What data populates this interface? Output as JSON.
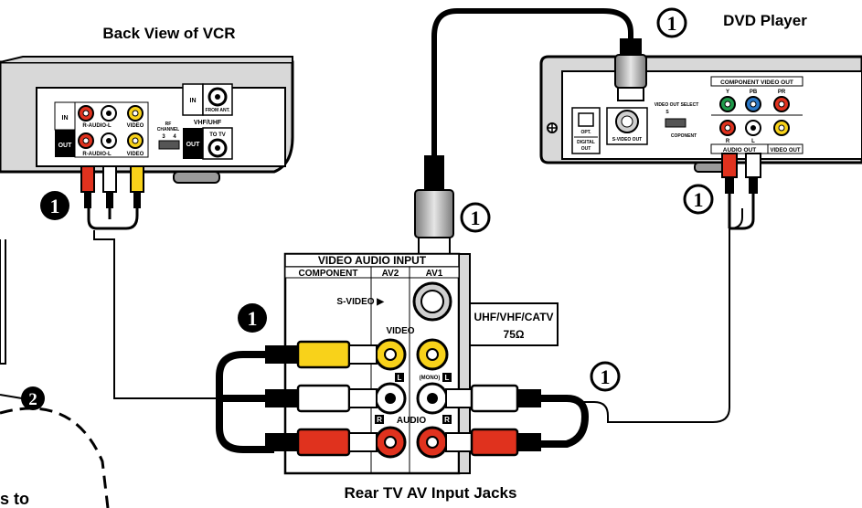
{
  "titles": {
    "vcr": "Back View of VCR",
    "dvd": "DVD Player",
    "tv": "Rear TV AV Input Jacks"
  },
  "vcr": {
    "in": "IN",
    "out": "OUT",
    "audio_in": "R-AUDIO-L",
    "video_in": "VIDEO",
    "audio_out": "R-AUDIO-L",
    "video_out": "VIDEO",
    "rf_line1": "RF",
    "rf_line2": "CHANNEL",
    "rf_ch3": "3",
    "rf_ch4": "4",
    "ant_in": "IN",
    "from_ant": "FROM ANT.",
    "vhf_uhf": "VHF/UHF",
    "ant_out": "OUT",
    "to_tv": "TO TV"
  },
  "dvd": {
    "component_video_out": "COMPONENT  VIDEO  OUT",
    "y": "Y",
    "pb": "PB",
    "pr": "PR",
    "r": "R",
    "l": "L",
    "audio_out": "AUDIO OUT",
    "video_out": "VIDEO OUT",
    "svideo_out": "S-VIDEO OUT",
    "video_out_select": "VIDEO OUT SELECT",
    "select_s": "S",
    "coponent": "COPONENT",
    "opt": "OPT.",
    "digital": "DIGITAL",
    "digital_out": "OUT"
  },
  "tv": {
    "video_audio_input": "VIDEO AUDIO INPUT",
    "component": "COMPONENT",
    "av2": "AV2",
    "av1": "AV1",
    "svideo": "S-VIDEO ▶",
    "video": "VIDEO",
    "l": "L",
    "mono": "(MONO)",
    "audio": "AUDIO",
    "r": "R",
    "uhf": "UHF/VHF/CATV",
    "ohm": "75Ω"
  },
  "markers": {
    "one_filled": "1",
    "one_outline": "1",
    "two_filled": "2"
  },
  "callout": {
    "text": "s to"
  },
  "colors": {
    "red": "#e0321e",
    "white": "#ffffff",
    "yellow": "#f8d21a",
    "green": "#1f9a4a",
    "blue": "#2a78c8",
    "panel_gray": "#d4d4d4",
    "dark_gray": "#6e6e6e"
  }
}
